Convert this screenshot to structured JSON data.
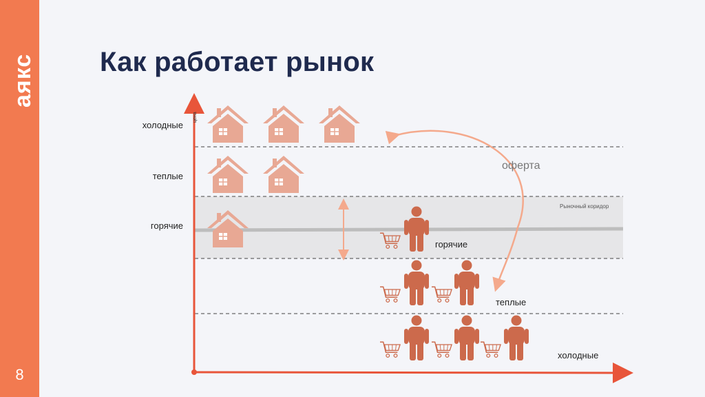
{
  "logo": {
    "text": "аякс"
  },
  "slide": {
    "number": "8",
    "title": "Как работает рынок"
  },
  "axis": {
    "y_label": "цена"
  },
  "sellers": {
    "cold": "холодные",
    "warm": "теплые",
    "hot": "горячие"
  },
  "buyers": {
    "hot": "горячие",
    "warm": "теплые",
    "cold": "холодные"
  },
  "offer_label": "оферта",
  "corridor_label": "Рыночный коридор",
  "colors": {
    "accent": "#f27a50",
    "house": "#e8a894",
    "person": "#cc6a4c",
    "axis": "#e8553a",
    "arrow": "#f4a98c"
  }
}
